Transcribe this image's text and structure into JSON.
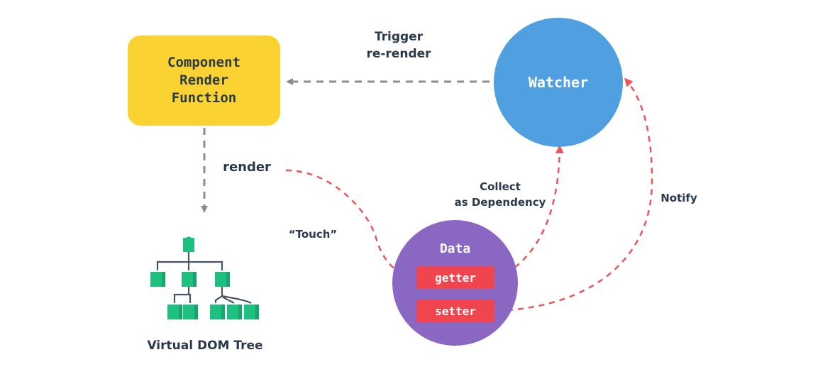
{
  "colors": {
    "render_function_fill": "#fad332",
    "watcher_fill": "#509fe0",
    "data_fill": "#8a67c3",
    "accessor_fill": "#f0444f",
    "tree_node_fill": "#1fbf7f",
    "dashed_gray": "#8d8d8d",
    "dashed_red": "#eb5559",
    "text_dark": "#2b3a4a"
  },
  "nodes": {
    "render_function": {
      "label": "Component\nRender\nFunction"
    },
    "watcher": {
      "label": "Watcher"
    },
    "data": {
      "label": "Data",
      "getter": "getter",
      "setter": "setter"
    }
  },
  "labels": {
    "trigger": "Trigger\nre-render",
    "render": "render",
    "touch": "“Touch”",
    "collect": "Collect\nas Dependency",
    "notify": "Notify",
    "virtual_dom": "Virtual DOM Tree"
  },
  "icons": {
    "tree": "virtual-dom-tree-icon",
    "arrowheads": "arrow-head-icon"
  }
}
